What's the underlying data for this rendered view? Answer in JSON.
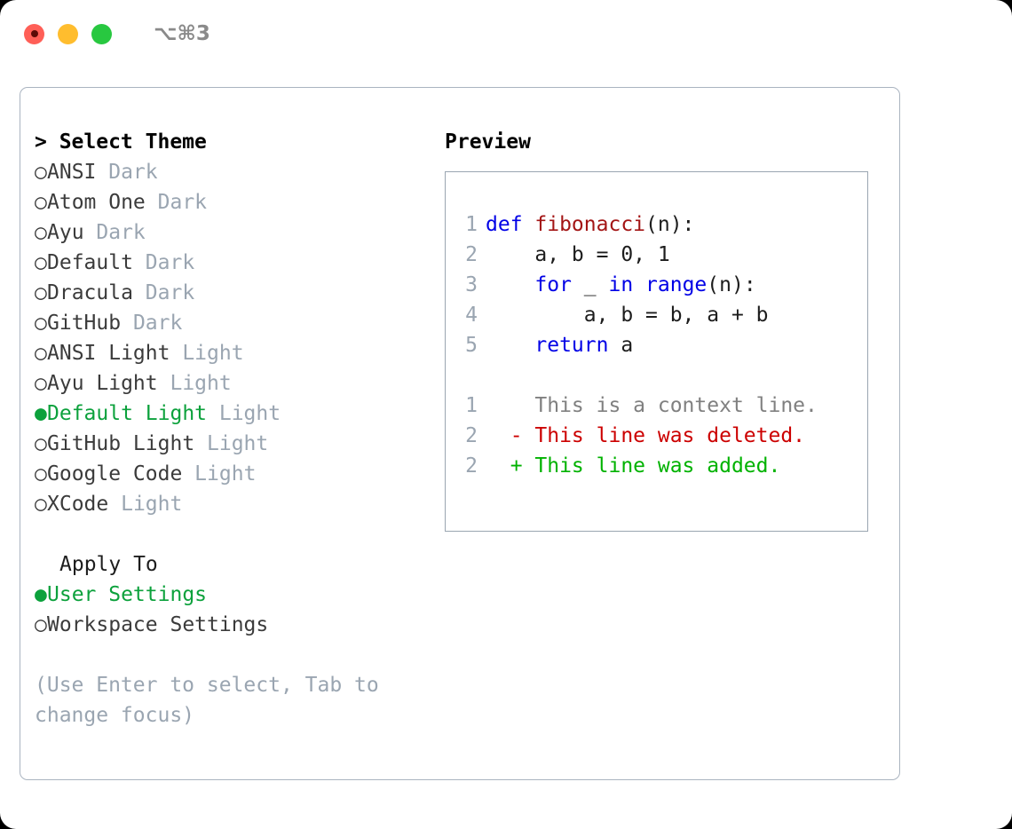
{
  "titlebar": {
    "traffic_lights": [
      "close",
      "minimize",
      "maximize"
    ],
    "shortcut": "⌥⌘3"
  },
  "theme_list": {
    "header": "> Select Theme",
    "marker_selected": "●",
    "marker_unselected": "○",
    "accent_color": "#0CA13C",
    "kind_color": "#9AA5B1",
    "items": [
      {
        "marker": "○",
        "name": "ANSI",
        "kind": "Dark",
        "selected": false
      },
      {
        "marker": "○",
        "name": "Atom One",
        "kind": "Dark",
        "selected": false
      },
      {
        "marker": "○",
        "name": "Ayu",
        "kind": "Dark",
        "selected": false
      },
      {
        "marker": "○",
        "name": "Default",
        "kind": "Dark",
        "selected": false
      },
      {
        "marker": "○",
        "name": "Dracula",
        "kind": "Dark",
        "selected": false
      },
      {
        "marker": "○",
        "name": "GitHub",
        "kind": "Dark",
        "selected": false
      },
      {
        "marker": "○",
        "name": "ANSI Light",
        "kind": "Light",
        "selected": false
      },
      {
        "marker": "○",
        "name": "Ayu Light",
        "kind": "Light",
        "selected": false
      },
      {
        "marker": "●",
        "name": "Default Light",
        "kind": "Light",
        "selected": true
      },
      {
        "marker": "○",
        "name": "GitHub Light",
        "kind": "Light",
        "selected": false
      },
      {
        "marker": "○",
        "name": "Google Code",
        "kind": "Light",
        "selected": false
      },
      {
        "marker": "○",
        "name": "XCode",
        "kind": "Light",
        "selected": false
      }
    ]
  },
  "apply_to": {
    "label": "Apply To",
    "items": [
      {
        "marker": "●",
        "name": "User Settings",
        "selected": true
      },
      {
        "marker": "○",
        "name": "Workspace Settings",
        "selected": false
      }
    ]
  },
  "hint": "(Use Enter to select, Tab to change focus)",
  "preview": {
    "title": "Preview",
    "code": [
      {
        "num": "1",
        "tokens": [
          {
            "t": "def ",
            "c": "kw"
          },
          {
            "t": "fibonacci",
            "c": "fn"
          },
          {
            "t": "(n):",
            "c": "plain"
          }
        ]
      },
      {
        "num": "2",
        "tokens": [
          {
            "t": "    a, b = 0, 1",
            "c": "plain"
          }
        ]
      },
      {
        "num": "3",
        "tokens": [
          {
            "t": "    ",
            "c": "plain"
          },
          {
            "t": "for",
            "c": "kw"
          },
          {
            "t": " _ ",
            "c": "plain"
          },
          {
            "t": "in",
            "c": "kw"
          },
          {
            "t": " ",
            "c": "plain"
          },
          {
            "t": "range",
            "c": "kw"
          },
          {
            "t": "(n):",
            "c": "plain"
          }
        ]
      },
      {
        "num": "4",
        "tokens": [
          {
            "t": "        a, b = b, a + b",
            "c": "plain"
          }
        ]
      },
      {
        "num": "5",
        "tokens": [
          {
            "t": "    ",
            "c": "plain"
          },
          {
            "t": "return",
            "c": "kw"
          },
          {
            "t": " a",
            "c": "plain"
          }
        ]
      }
    ],
    "diff": [
      {
        "num": "1",
        "sign": "  ",
        "text": "This is a context line.",
        "kind": "d-ctx"
      },
      {
        "num": "2",
        "sign": "- ",
        "text": "This line was deleted.",
        "kind": "d-del"
      },
      {
        "num": "2",
        "sign": "+ ",
        "text": "This line was added.",
        "kind": "d-add"
      }
    ]
  }
}
